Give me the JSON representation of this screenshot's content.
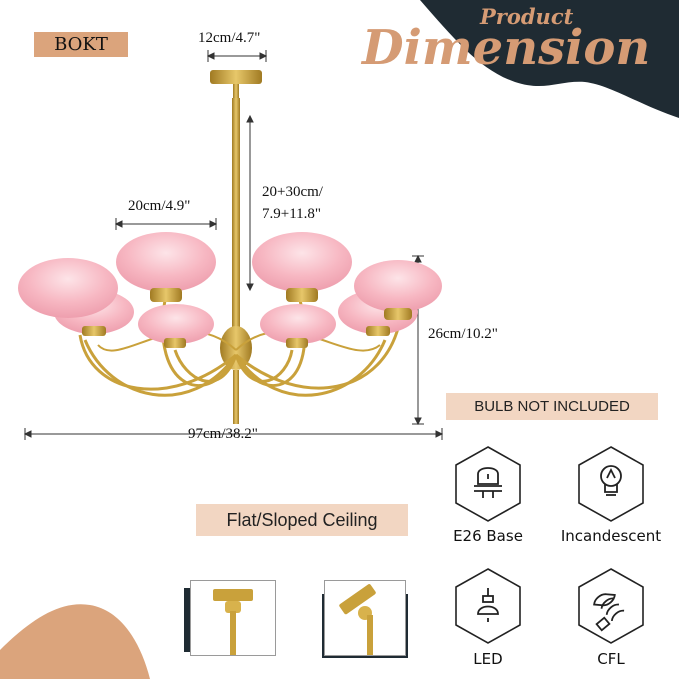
{
  "header": {
    "brand": "BOKT",
    "title_top": "Product",
    "title_main": "Dimension"
  },
  "dimensions": {
    "canopy_width": "12cm/4.7\"",
    "shade_width": "20cm/4.9\"",
    "rod_length_line1": "20+30cm/",
    "rod_length_line2": "7.9+11.8\"",
    "fixture_height": "26cm/10.2\"",
    "fixture_width": "97cm/38.2\""
  },
  "notices": {
    "bulb": "BULB NOT INCLUDED",
    "ceiling": "Flat/Sloped Ceiling"
  },
  "features": [
    {
      "label": "E26 Base",
      "icon": "e26-base-icon"
    },
    {
      "label": "Incandescent",
      "icon": "incandescent-bulb-icon"
    },
    {
      "label": "LED",
      "icon": "led-bulb-icon"
    },
    {
      "label": "CFL",
      "icon": "cfl-bulb-icon"
    }
  ],
  "colors": {
    "accent": "#dba47c",
    "dark": "#1f2b33",
    "pill": "#f2d6c2",
    "shade_pink": "#f7b7c2",
    "brass": "#c9a13b"
  }
}
